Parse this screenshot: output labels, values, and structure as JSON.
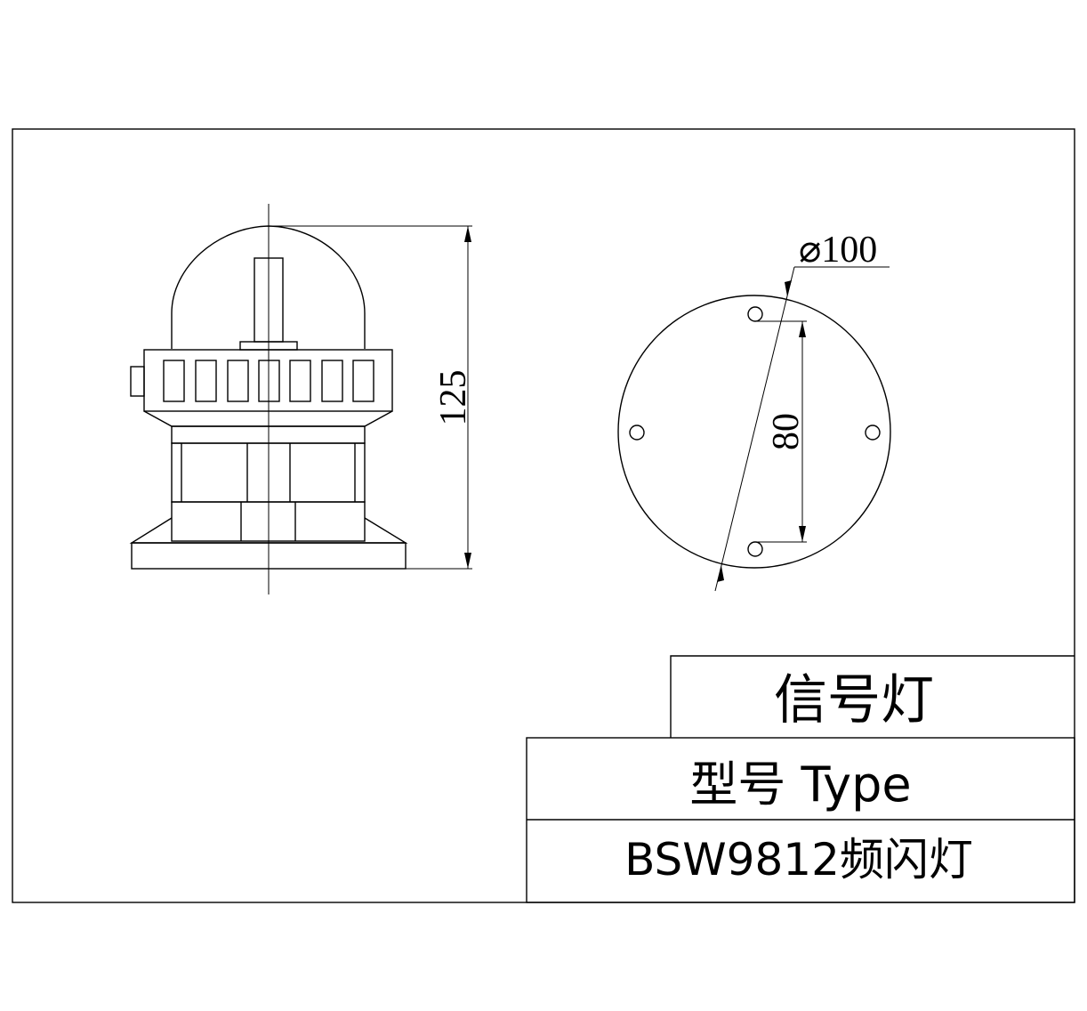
{
  "dimensions": {
    "height": "125",
    "diameter": "⌀100",
    "hole_spacing": "80"
  },
  "title_block": {
    "name": "信号灯",
    "type_label": "型号 Type",
    "model": "BSW9812频闪灯"
  }
}
